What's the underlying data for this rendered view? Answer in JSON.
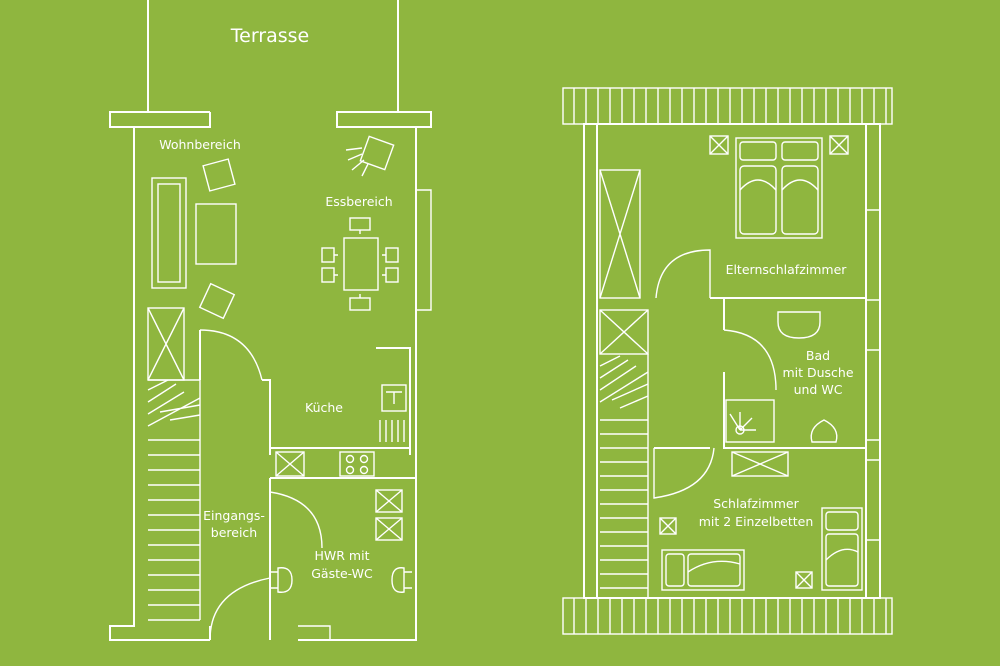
{
  "colors": {
    "background": "#8fb63f",
    "lines": "#ffffff"
  },
  "ground_floor": {
    "terrace": "Terrasse",
    "living": "Wohnbereich",
    "dining": "Essbereich",
    "kitchen": "Küche",
    "entrance_line1": "Eingangs-",
    "entrance_line2": "bereich",
    "utility_line1": "HWR mit",
    "utility_line2": "Gäste-WC"
  },
  "upper_floor": {
    "master_bedroom": "Elternschlafzimmer",
    "bath_line1": "Bad",
    "bath_line2": "mit Dusche",
    "bath_line3": "und WC",
    "bedroom_line1": "Schlafzimmer",
    "bedroom_line2": "mit 2 Einzelbetten"
  }
}
